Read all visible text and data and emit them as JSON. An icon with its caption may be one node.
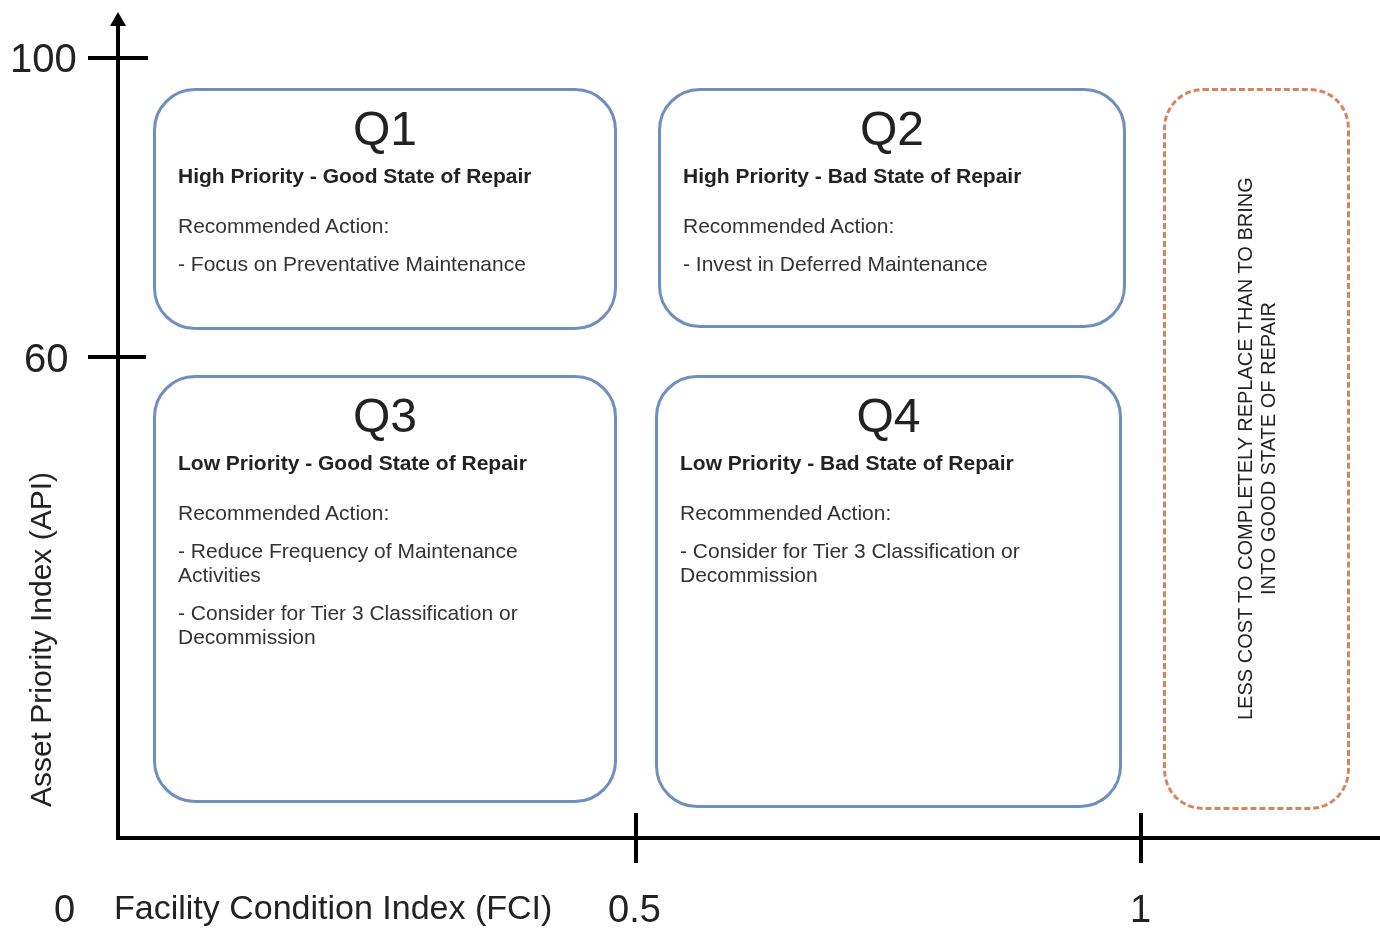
{
  "diagram": {
    "nodes": [
      {
        "text": [
          "Q1",
          "High Priority - Good State of Repair",
          "Recommended Action:",
          "- Focus on Preventative Maintenance"
        ]
      },
      {
        "text": [
          "Q2",
          "High Priority - Bad State of Repair",
          "Recommended Action:",
          "- Invest in Deferred Maintenance"
        ]
      },
      {
        "text": [
          "Q3",
          "Low Priority - Good State of Repair",
          "Recommended Action:",
          "- Reduce Frequency of Maintenance Activities",
          "- Consider for Tier 3 Classification or Decommission"
        ]
      },
      {
        "text": [
          "Q4",
          "Low Priority - Bad State of Repair",
          "Recommended Action:",
          "- Consider for Tier 3 Classification or Decommission"
        ]
      },
      {
        "text": [
          "LESS COST TO COMPLETELY REPLACE THAN TO BRING INTO GOOD STATE OF REPAIR"
        ]
      }
    ],
    "edges": [],
    "labels": [
      "100",
      "60",
      "Asset Priority Index (API)",
      "0",
      "Facility Condition Index (FCI)",
      "0.5",
      "1"
    ]
  }
}
